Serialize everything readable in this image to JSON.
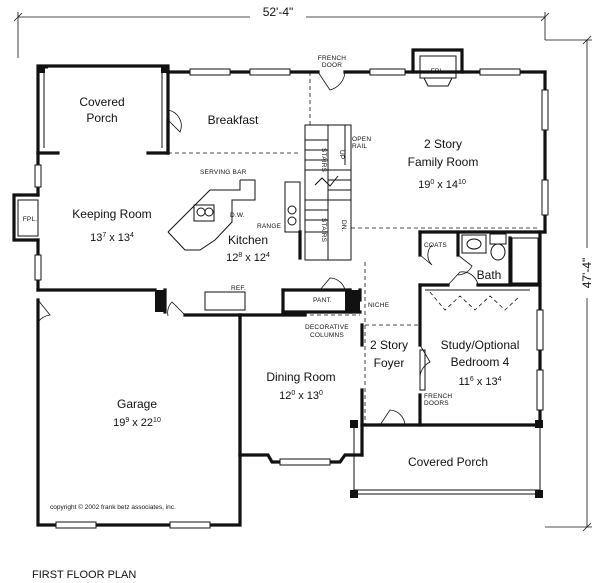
{
  "dimensions": {
    "width": "52'-4\"",
    "depth": "47'-4\""
  },
  "rooms": {
    "covered_porch_back": [
      "Covered",
      "Porch"
    ],
    "breakfast": "Breakfast",
    "family": {
      "name": [
        "2 Story",
        "Family Room"
      ],
      "size_a": "19",
      "size_a_sup": "0",
      "x": "x",
      "size_b": "14",
      "size_b_sup": "10"
    },
    "keeping": {
      "name": "Keeping Room",
      "size_a": "13",
      "size_a_sup": "7",
      "x": "x",
      "size_b": "13",
      "size_b_sup": "4"
    },
    "kitchen": {
      "name": "Kitchen",
      "size_a": "12",
      "size_a_sup": "8",
      "x": "x",
      "size_b": "12",
      "size_b_sup": "4"
    },
    "bath": "Bath",
    "study": {
      "name": [
        "Study/Optional",
        "Bedroom 4"
      ],
      "size_a": "11",
      "size_a_sup": "6",
      "x": "x",
      "size_b": "13",
      "size_b_sup": "4"
    },
    "foyer": [
      "2 Story",
      "Foyer"
    ],
    "dining": {
      "name": "Dining Room",
      "size_a": "12",
      "size_a_sup": "0",
      "x": "x",
      "size_b": "13",
      "size_b_sup": "0"
    },
    "garage": {
      "name": "Garage",
      "size_a": "19",
      "size_a_sup": "9",
      "x": "x",
      "size_b": "22",
      "size_b_sup": "10"
    },
    "covered_porch_front": "Covered Porch"
  },
  "labels": {
    "french_door": [
      "FRENCH",
      "DOOR"
    ],
    "fpl": "FPL.",
    "stairs": "STAIRS",
    "open_rail": [
      "OPEN",
      "RAIL"
    ],
    "serving_bar": "SERVING BAR",
    "dw": "D.W.",
    "range": "RANGE",
    "up": "UP",
    "dn": "DN.",
    "coats": "COATS",
    "ref": "REF.",
    "pant": "PANT.",
    "niche": "NICHE",
    "decorative_columns": [
      "DECORATIVE",
      "COLUMNS"
    ],
    "french_doors": [
      "FRENCH",
      "DOORS"
    ]
  },
  "copyright": "copyright © 2002 frank betz associates, inc.",
  "plan_title": "FIRST FLOOR PLAN"
}
